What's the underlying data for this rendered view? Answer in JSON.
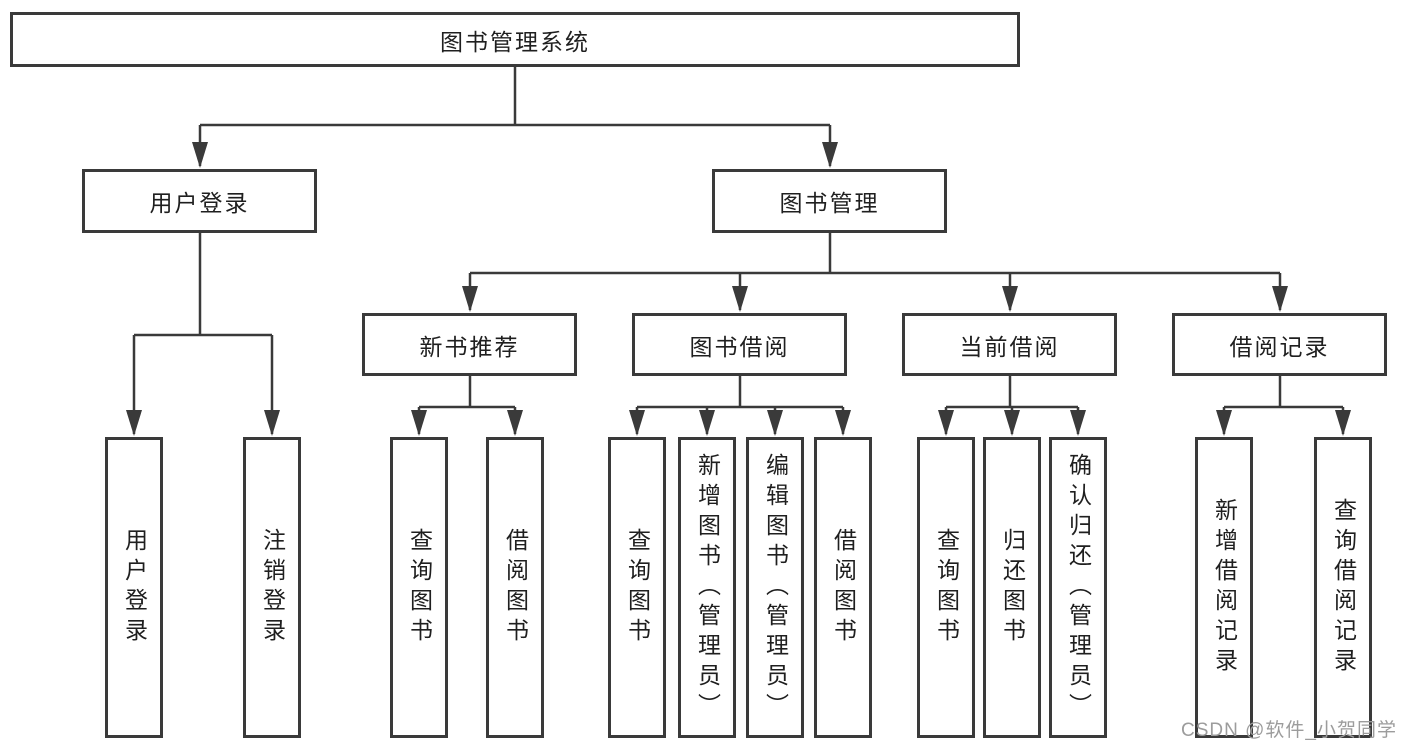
{
  "diagram": {
    "root": {
      "label": "图书管理系统"
    },
    "level2": [
      {
        "label": "用户登录"
      },
      {
        "label": "图书管理"
      }
    ],
    "level3": [
      {
        "label": "新书推荐",
        "parent": "图书管理"
      },
      {
        "label": "图书借阅",
        "parent": "图书管理"
      },
      {
        "label": "当前借阅",
        "parent": "图书管理"
      },
      {
        "label": "借阅记录",
        "parent": "图书管理"
      }
    ],
    "leaves": [
      {
        "label": "用户登录",
        "parent": "用户登录"
      },
      {
        "label": "注销登录",
        "parent": "用户登录"
      },
      {
        "label": "查询图书",
        "parent": "新书推荐"
      },
      {
        "label": "借阅图书",
        "parent": "新书推荐"
      },
      {
        "label": "查询图书",
        "parent": "图书借阅"
      },
      {
        "label": "新增图书（管理员）",
        "parent": "图书借阅"
      },
      {
        "label": "编辑图书（管理员）",
        "parent": "图书借阅"
      },
      {
        "label": "借阅图书",
        "parent": "图书借阅"
      },
      {
        "label": "查询图书",
        "parent": "当前借阅"
      },
      {
        "label": "归还图书",
        "parent": "当前借阅"
      },
      {
        "label": "确认归还（管理员）",
        "parent": "当前借阅"
      },
      {
        "label": "新增借阅记录",
        "parent": "借阅记录"
      },
      {
        "label": "查询借阅记录",
        "parent": "借阅记录"
      }
    ]
  },
  "watermark": {
    "text": "CSDN @软件_小贺同学"
  },
  "colors": {
    "line": "#3a3a3a",
    "text": "#1f1f1f",
    "watermark": "#9c9c9c",
    "background": "#ffffff"
  }
}
